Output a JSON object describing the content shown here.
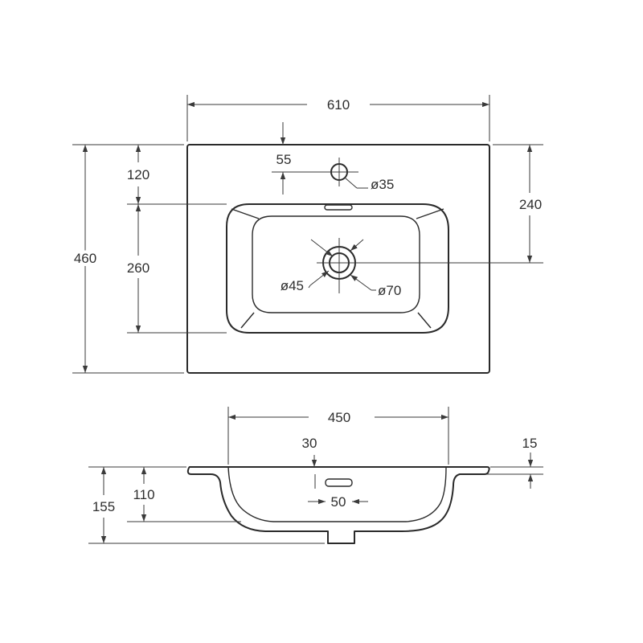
{
  "top_view": {
    "overall_width": "610",
    "overall_depth": "460",
    "tap_hole_offset": "55",
    "tap_hole_diameter": "ø35",
    "basin_front_offset": "120",
    "basin_depth": "260",
    "drain_offset": "240",
    "drain_inner_diameter": "ø45",
    "drain_outer_diameter": "ø70"
  },
  "side_view": {
    "basin_width": "450",
    "overflow_offset": "30",
    "rim_thickness": "15",
    "overflow_width": "50",
    "bowl_depth": "110",
    "total_height": "155"
  }
}
